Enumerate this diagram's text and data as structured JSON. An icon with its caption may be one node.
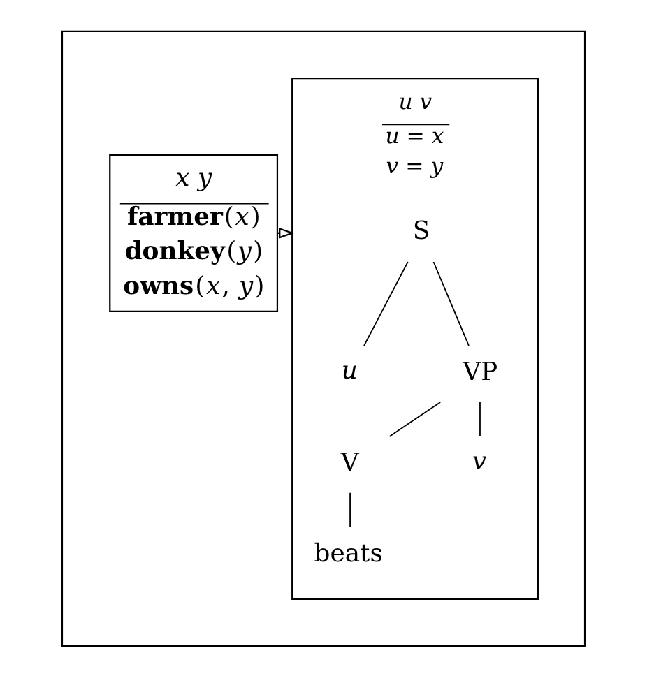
{
  "diagram": {
    "nodes": [
      {
        "text": [],
        "shape": "box"
      },
      {
        "text": [
          "x y",
          "**farmer**(*x*)",
          "**donkey**(*y*)",
          "**owns**(*x*, *y*)"
        ],
        "in": 0
      },
      {
        "text": [
          "u v",
          "u = x",
          "v = y"
        ],
        "in": 0
      },
      {
        "text": [
          "S"
        ],
        "in": 2
      },
      {
        "text": [
          "*u*"
        ],
        "in": 2
      },
      {
        "text": [
          "VP"
        ],
        "in": 2
      },
      {
        "text": [
          "V"
        ],
        "in": 2
      },
      {
        "text": [
          "*v*"
        ],
        "in": 2
      },
      {
        "text": [
          "beats"
        ],
        "in": 2
      }
    ],
    "edges": [
      {
        "from": 1,
        "to": 2,
        "arrow": "to"
      },
      {
        "from": 3,
        "to": 4,
        "arrow": "none"
      },
      {
        "from": 3,
        "to": 5,
        "arrow": "none"
      },
      {
        "from": 5,
        "to": 6,
        "arrow": "none"
      },
      {
        "from": 5,
        "to": 7,
        "arrow": "none"
      },
      {
        "from": 6,
        "to": 8,
        "arrow": "none"
      }
    ]
  }
}
